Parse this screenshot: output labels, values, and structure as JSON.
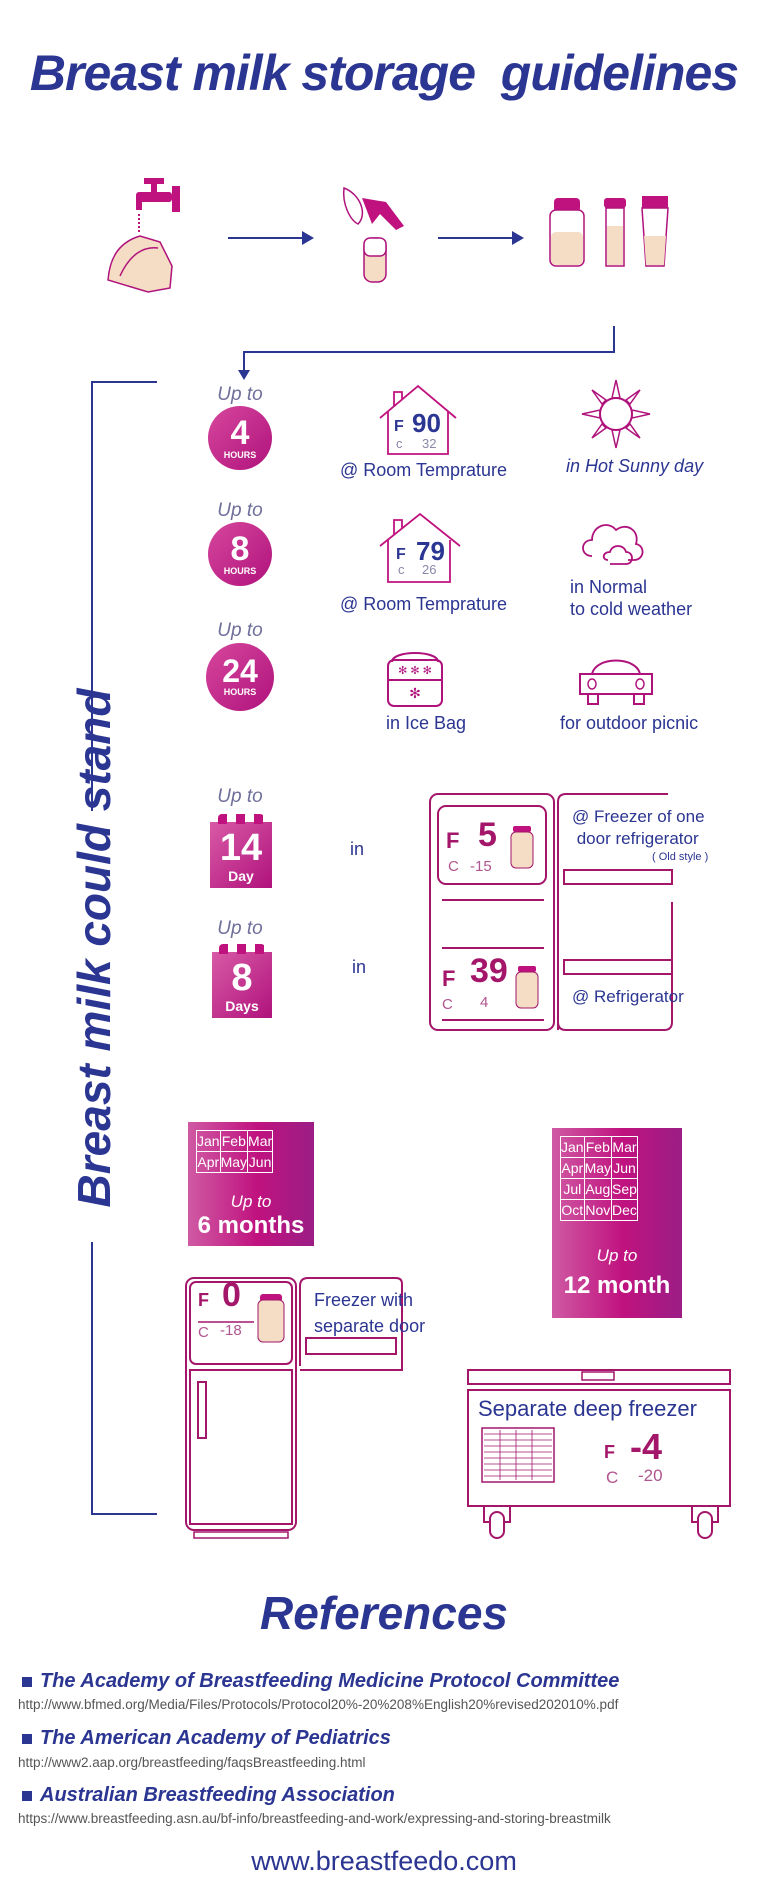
{
  "title": "Breast milk storage  guidelines",
  "steps": [
    {
      "icon": "hand-washing-icon"
    },
    {
      "icon": "breast-pump-icon"
    },
    {
      "icon": "storage-bottles-icon"
    }
  ],
  "side_label": "Breast milk could stand",
  "short_term": [
    {
      "up_to": "Up to",
      "number": "4",
      "unit": "HOURS",
      "f_label": "F",
      "f_value": "90",
      "c_label": "c",
      "c_value": "32",
      "location": "@ Room Temprature",
      "condition": "in Hot Sunny day",
      "condition_icon": "sun-icon"
    },
    {
      "up_to": "Up to",
      "number": "8",
      "unit": "HOURS",
      "f_label": "F",
      "f_value": "79",
      "c_label": "c",
      "c_value": "26",
      "location": "@ Room Temprature",
      "condition": "in Normal\nto cold weather",
      "condition_icon": "cloud-icon"
    },
    {
      "up_to": "Up to",
      "number": "24",
      "unit": "HOURS",
      "location": "in Ice Bag",
      "condition": "for outdoor picnic",
      "condition_icon": "car-icon"
    }
  ],
  "fridge": [
    {
      "up_to": "Up to",
      "number": "14",
      "unit": "Day",
      "in": "in",
      "f_label": "F",
      "f_value": "5",
      "c_label": "C",
      "c_value": "-15",
      "label": "@ Freezer of one\n door refrigerator",
      "note": "( Old style )"
    },
    {
      "up_to": "Up to",
      "number": "8",
      "unit": "Days",
      "in": "in",
      "f_label": "F",
      "f_value": "39",
      "c_label": "C",
      "c_value": "4",
      "label": "@ Refrigerator"
    }
  ],
  "six_months": {
    "months": [
      "Jan",
      "Feb",
      "Mar",
      "Apr",
      "May",
      "Jun"
    ],
    "up_to": "Up to",
    "duration": "6 months"
  },
  "twelve_months": {
    "months": [
      "Jan",
      "Feb",
      "Mar",
      "Apr",
      "May",
      "Jun",
      "Jul",
      "Aug",
      "Sep",
      "Oct",
      "Nov",
      "Dec"
    ],
    "up_to": "Up to",
    "duration": "12 month"
  },
  "separate_door": {
    "f_label": "F",
    "f_value": "0",
    "c_label": "C",
    "c_value": "-18",
    "label": "Freezer with\nseparate door"
  },
  "deep_freezer": {
    "label": "Separate deep freezer",
    "f_label": "F",
    "f_value": "-4",
    "c_label": "C",
    "c_value": "-20"
  },
  "references": {
    "heading": "References",
    "items": [
      {
        "title": "The Academy of Breastfeeding Medicine Protocol Committee",
        "url": "http://www.bfmed.org/Media/Files/Protocols/Protocol20%-20%208%English20%revised202010%.pdf"
      },
      {
        "title": "The American Academy of Pediatrics",
        "url": "http://www2.aap.org/breastfeeding/faqsBreastfeeding.html"
      },
      {
        "title": "Australian Breastfeeding Association",
        "url": "https://www.breastfeeding.asn.au/bf-info/breastfeeding-and-work/expressing-and-storing-breastmilk"
      }
    ]
  },
  "website": "www.breastfeedo.com",
  "colors": {
    "navy": "#2b3592",
    "magenta": "#c0127f",
    "outline": "#9b1560",
    "milk": "#f5dcc4"
  }
}
